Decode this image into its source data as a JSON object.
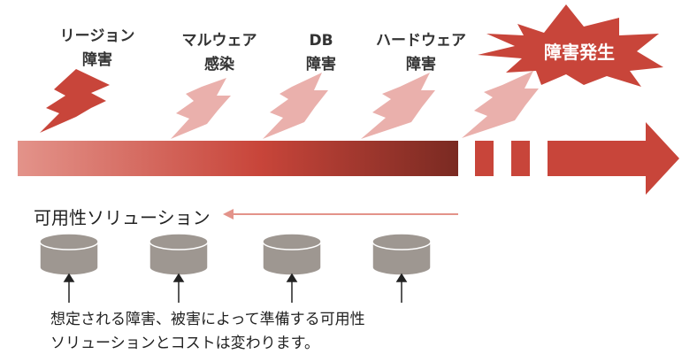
{
  "events": [
    {
      "line1": "リージョン",
      "line2": "障害"
    },
    {
      "line1": "マルウェア",
      "line2": "感染"
    },
    {
      "line1": "DB",
      "line2": "障害"
    },
    {
      "line1": "ハードウェア",
      "line2": "障害"
    }
  ],
  "outage_label": "障害発生",
  "solutions_title": "可用性ソリューション",
  "note": {
    "line1": "想定される障害、被害によって準備する可用性",
    "line2": "ソリューションとコストは変わります。"
  },
  "colors": {
    "accent": "#c8453a",
    "bolt_primary": "#c8453a",
    "bolt_faded": "#eab0ac",
    "gradient_start": "#e3938a",
    "gradient_end": "#7a2a22",
    "database": "#9e9791"
  }
}
